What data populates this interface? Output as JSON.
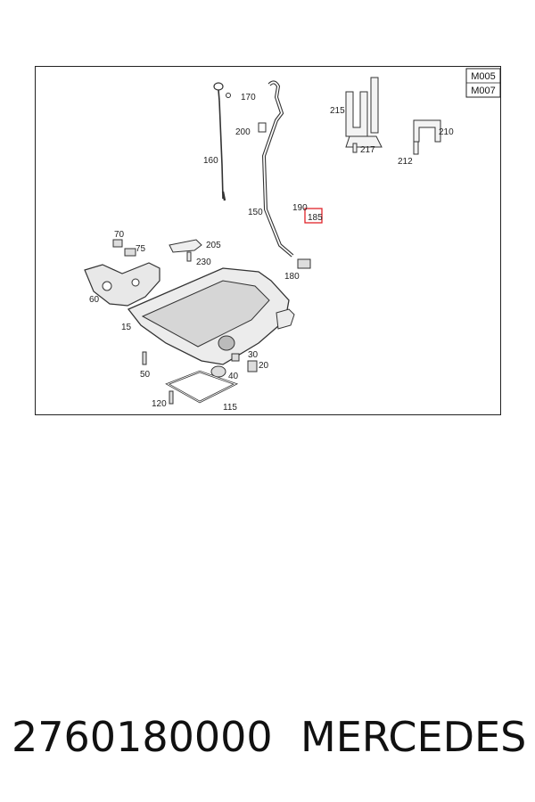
{
  "diagram": {
    "codes": [
      "M005",
      "M007"
    ],
    "highlighted_callout": "185",
    "highlight_color": "#e0242a",
    "callouts": [
      "170",
      "200",
      "160",
      "150",
      "190",
      "185",
      "180",
      "215",
      "217",
      "210",
      "212",
      "70",
      "75",
      "205",
      "230",
      "60",
      "15",
      "30",
      "20",
      "40",
      "50",
      "120",
      "115"
    ]
  },
  "caption": {
    "part_number": "2760180000",
    "brand": "MERCEDES"
  }
}
